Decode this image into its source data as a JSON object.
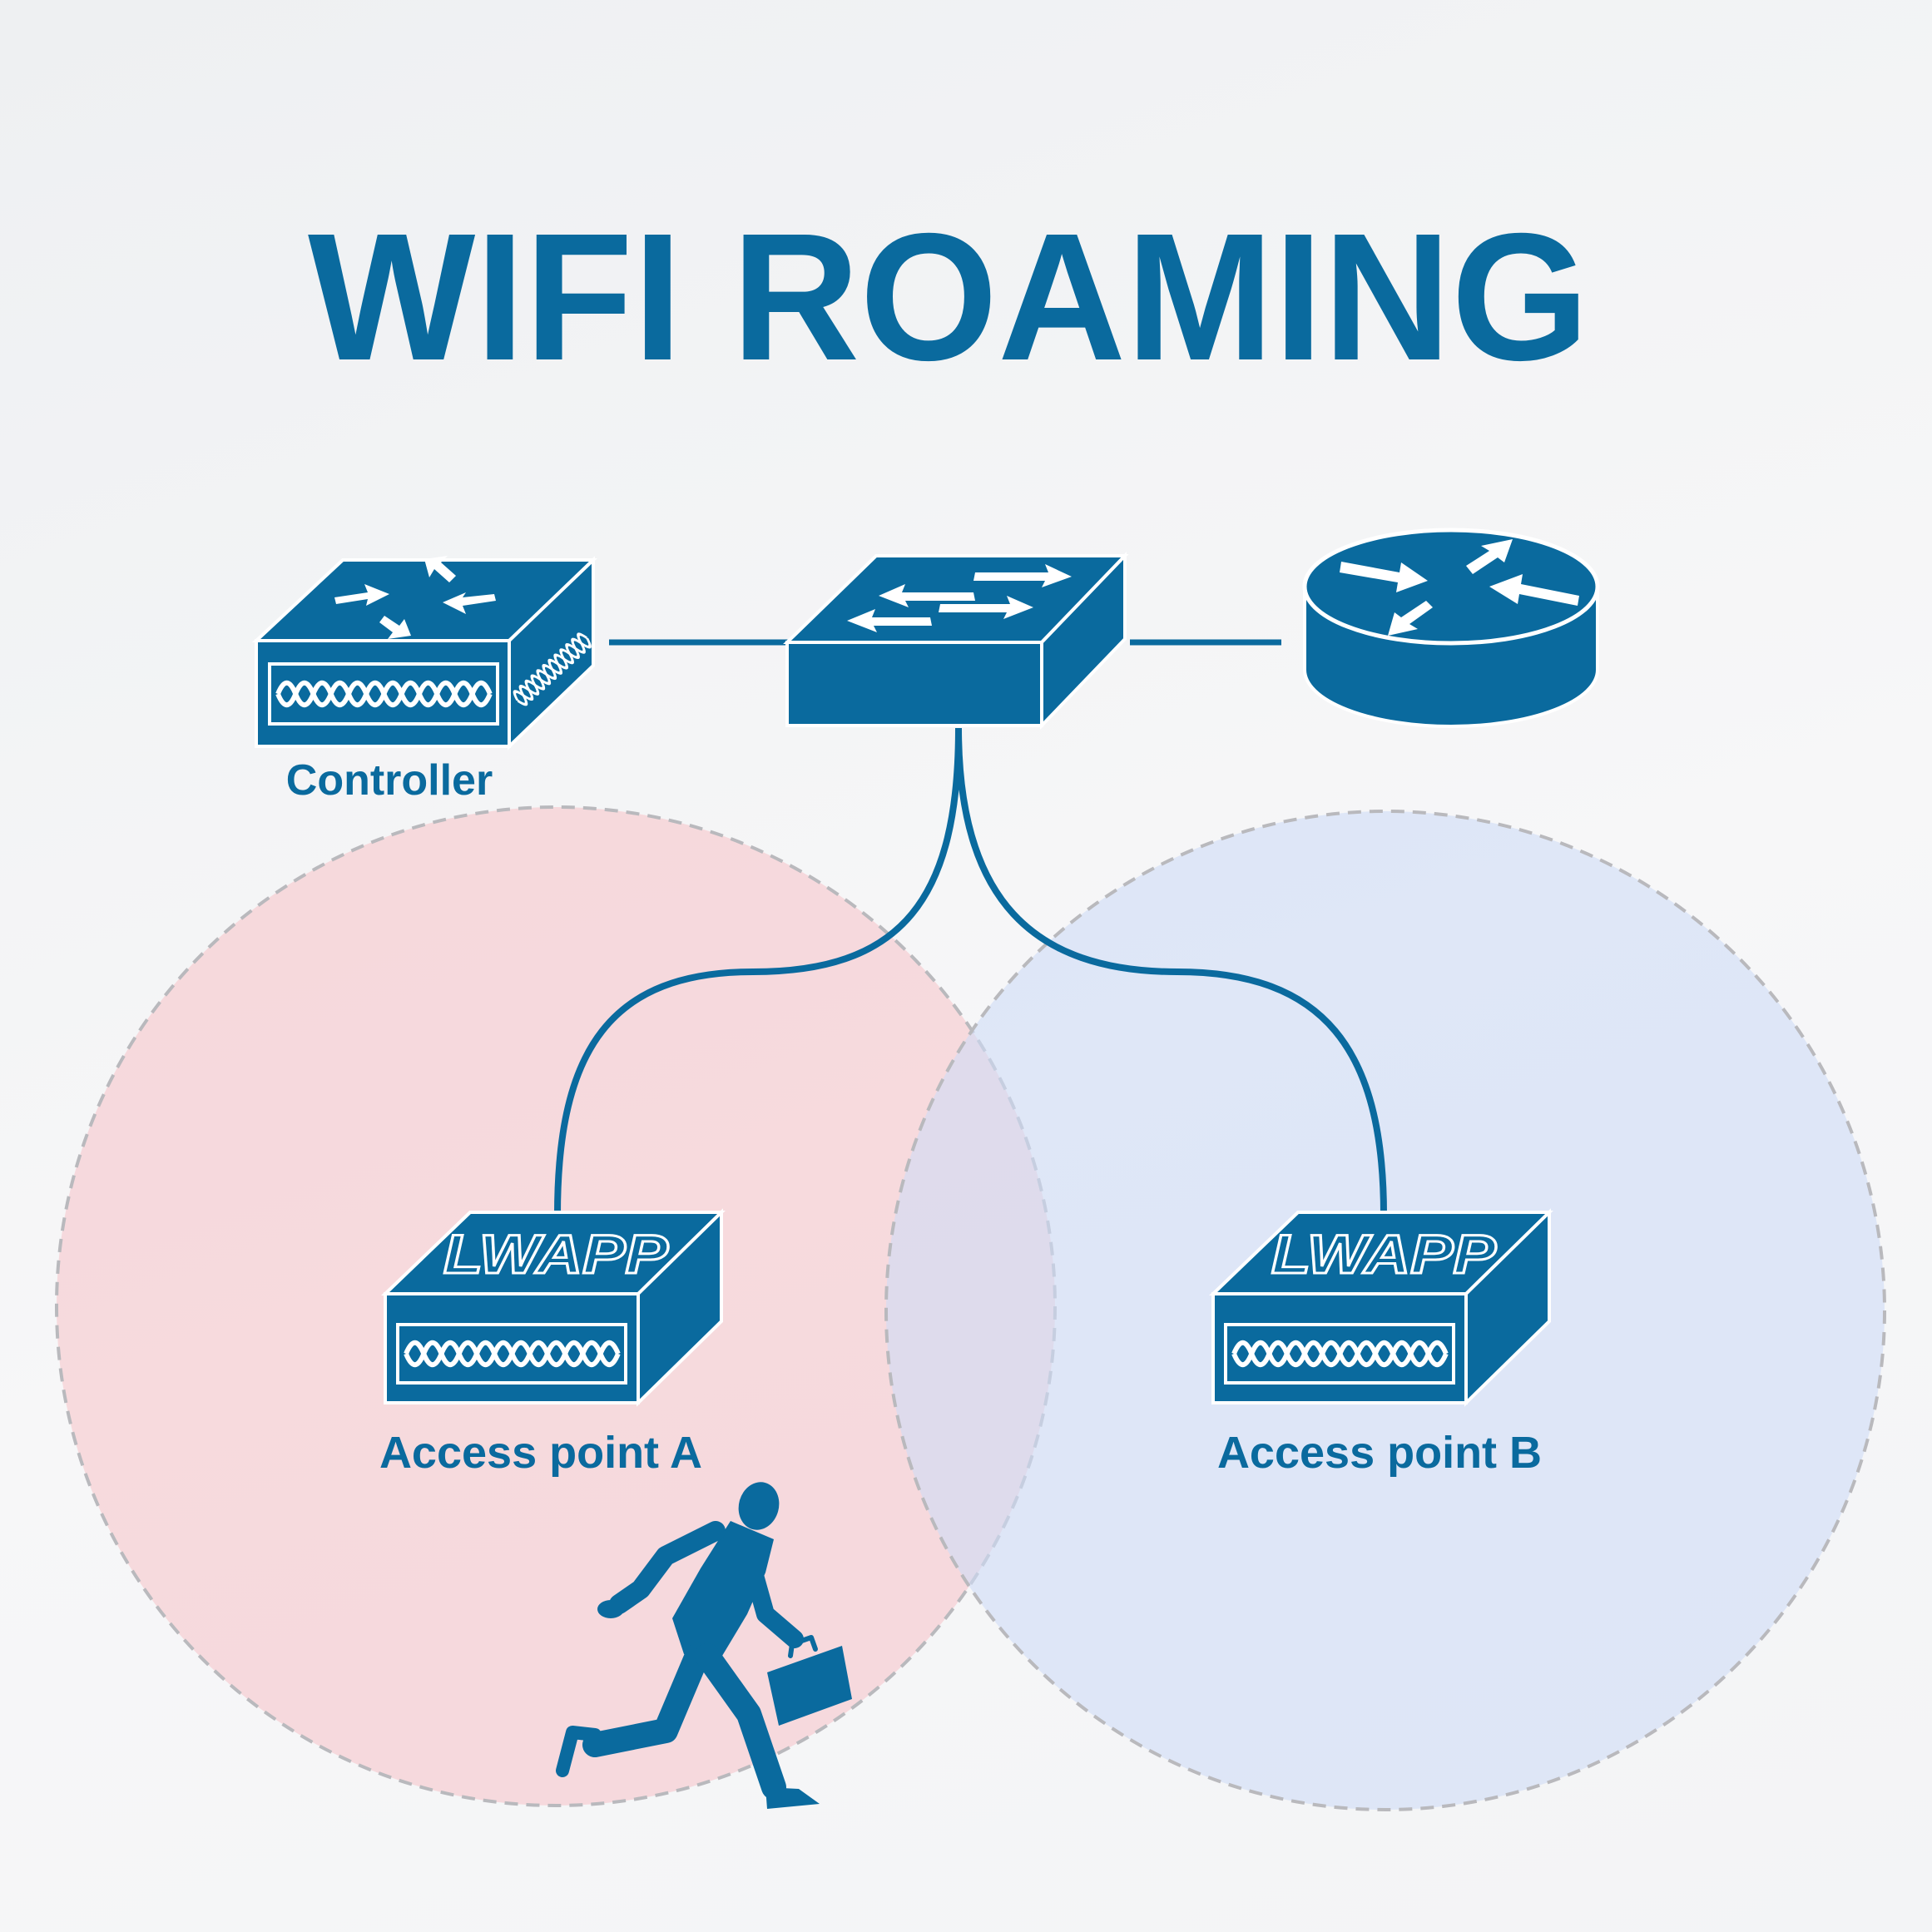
{
  "title": "WIFI ROAMING",
  "colors": {
    "primary": "#0a6a9e",
    "coverage_a": "#f9d9dc",
    "coverage_b": "#dce6fa",
    "background": "#f2f3f5"
  },
  "devices": {
    "controller": {
      "label": "Controller",
      "icon": "wlan-controller-icon"
    },
    "switch": {
      "icon": "switch-icon"
    },
    "router": {
      "icon": "router-icon"
    },
    "access_point_a": {
      "label": "Access point A",
      "badge": "LWAPP",
      "icon": "lwapp-access-point-icon"
    },
    "access_point_b": {
      "label": "Access point B",
      "badge": "LWAPP",
      "icon": "lwapp-access-point-icon"
    }
  },
  "client": {
    "icon": "running-businessman-icon"
  }
}
